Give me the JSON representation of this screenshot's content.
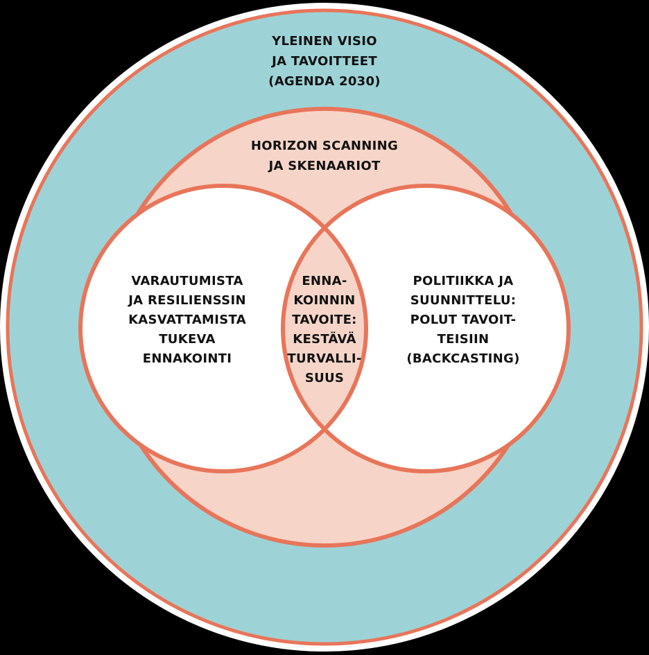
{
  "colors": {
    "background": "#000000",
    "outer_ring_fill": "#9dd3d6",
    "middle_circle_fill": "#f6d5c8",
    "inner_circle_fill": "#ffffff",
    "intersection_fill": "#f6d5c8",
    "stroke": "#e8755a",
    "outer_rim": "#ffffff",
    "text": "#111111"
  },
  "outer": {
    "lines": [
      "YLEINEN VISIO",
      "JA TAVOITTEET",
      "(AGENDA 2030)"
    ]
  },
  "middle": {
    "lines": [
      "HORIZON SCANNING",
      "JA SKENAARIOT"
    ]
  },
  "left": {
    "lines": [
      "VARAUTUMISTA",
      "JA RESILIENSSIN",
      "KASVATTAMISTA",
      "TUKEVA",
      "ENNAKOINTI"
    ]
  },
  "center": {
    "lines": [
      "ENNA-",
      "KOINNIN",
      "TAVOITE:",
      "KESTÄVÄ",
      "TURVALLI-",
      "SUUS"
    ]
  },
  "right": {
    "lines": [
      "POLITIIKKA JA",
      "SUUNNITTELU:",
      "POLUT TAVOIT-",
      "TEISIIN",
      "(BACKCASTING)"
    ]
  }
}
